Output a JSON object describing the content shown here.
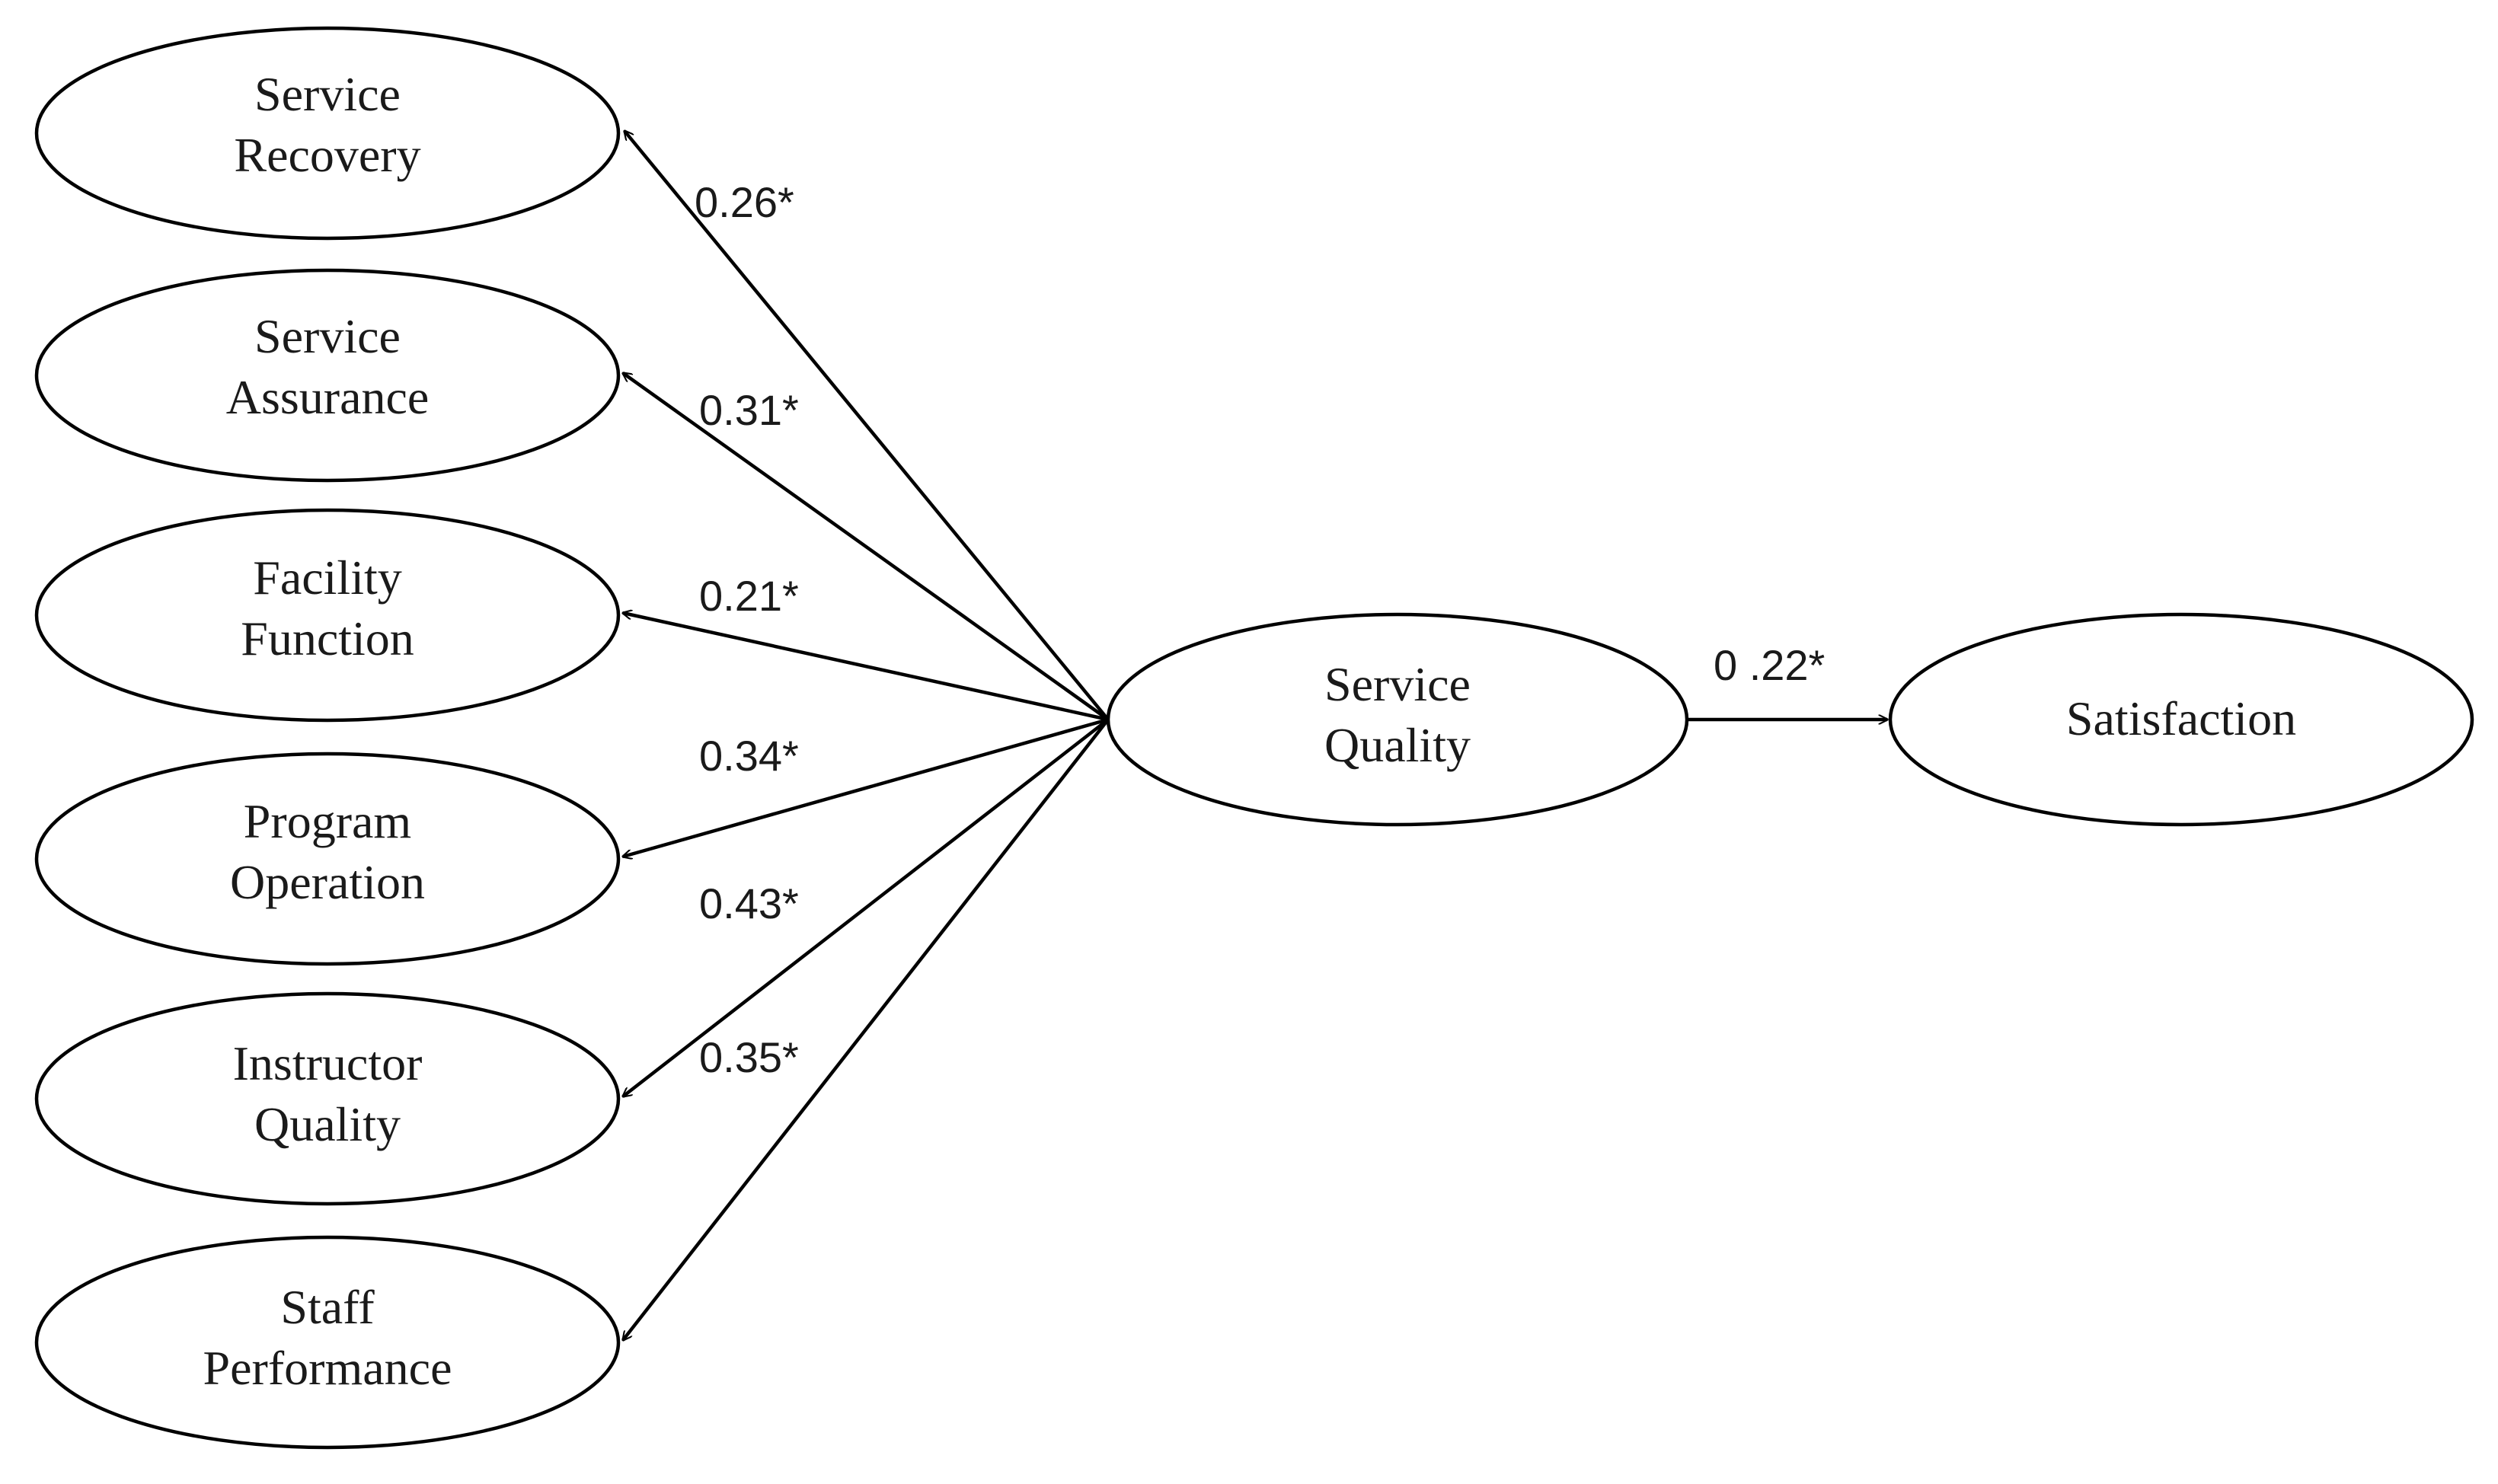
{
  "diagram": {
    "nodes": [
      {
        "id": "service_recovery",
        "lines": [
          "Service",
          "Recovery"
        ]
      },
      {
        "id": "service_assurance",
        "lines": [
          "Service",
          "Assurance"
        ]
      },
      {
        "id": "facility_function",
        "lines": [
          "Facility",
          "Function"
        ]
      },
      {
        "id": "program_operation",
        "lines": [
          "Program",
          "Operation"
        ]
      },
      {
        "id": "instructor_quality",
        "lines": [
          "Instructor",
          "Quality"
        ]
      },
      {
        "id": "staff_performance",
        "lines": [
          "Staff",
          "Performance"
        ]
      },
      {
        "id": "service_quality",
        "lines": [
          "Service",
          "Quality"
        ]
      },
      {
        "id": "satisfaction",
        "lines": [
          "Satisfaction"
        ]
      }
    ],
    "paths": [
      {
        "from": "service_quality",
        "to": "service_recovery",
        "coefficient": "0.26*"
      },
      {
        "from": "service_quality",
        "to": "service_assurance",
        "coefficient": "0.31*"
      },
      {
        "from": "service_quality",
        "to": "facility_function",
        "coefficient": "0.21*"
      },
      {
        "from": "service_quality",
        "to": "program_operation",
        "coefficient": "0.34*"
      },
      {
        "from": "service_quality",
        "to": "instructor_quality",
        "coefficient": "0.43*"
      },
      {
        "from": "service_quality",
        "to": "staff_performance",
        "coefficient": "0.35*"
      },
      {
        "from": "service_quality",
        "to": "satisfaction",
        "coefficient": "0 .22*"
      }
    ]
  }
}
